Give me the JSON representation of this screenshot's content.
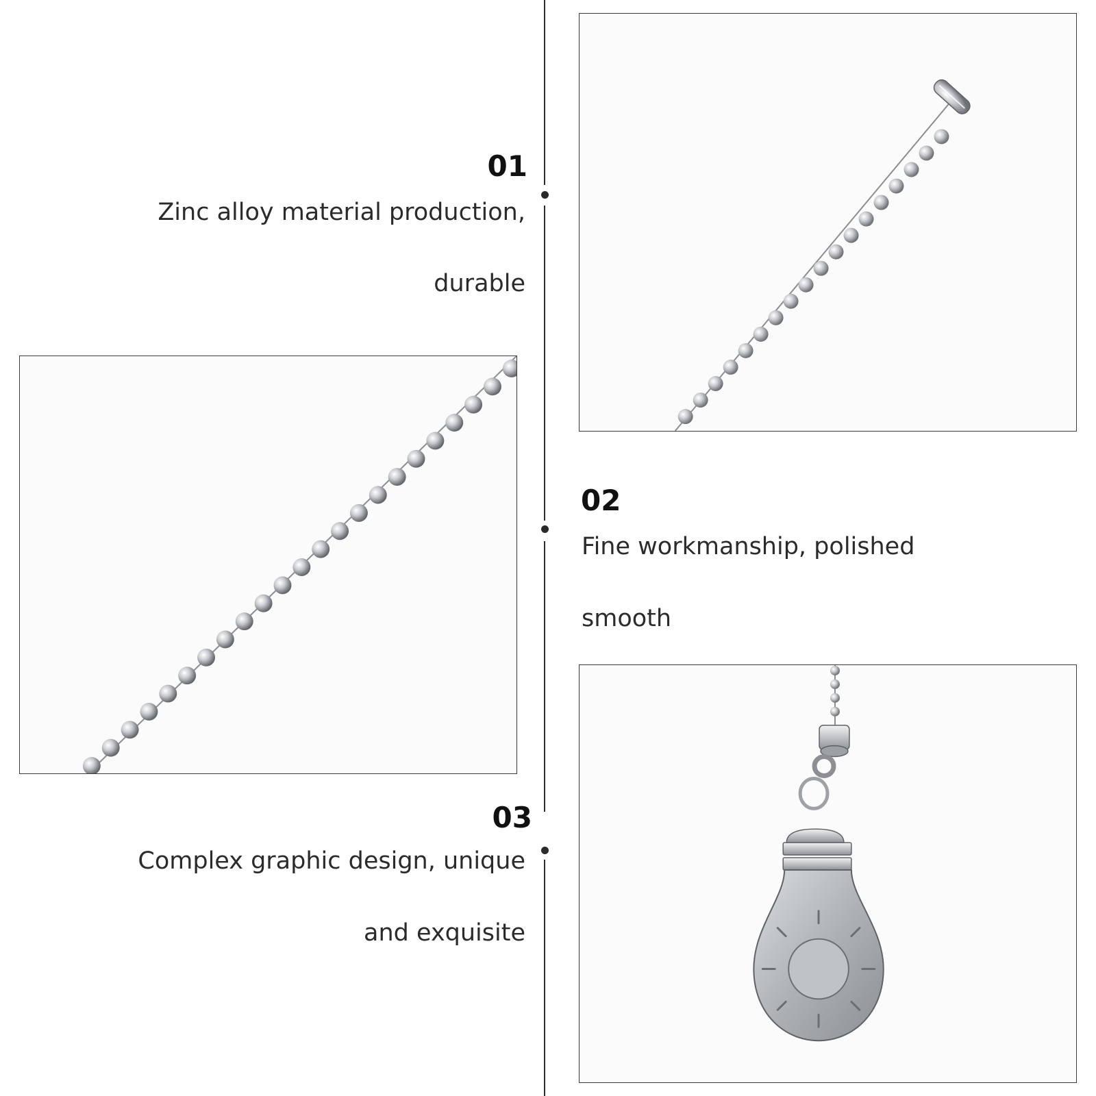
{
  "features": [
    {
      "number": "01",
      "line1": "Zinc alloy material production,",
      "line2": "durable",
      "image": "ball-chain-with-connector-photo"
    },
    {
      "number": "02",
      "line1": "Fine workmanship, polished",
      "line2": "smooth",
      "image": "ball-chain-closeup-photo"
    },
    {
      "number": "03",
      "line1": "Complex graphic design, unique",
      "line2": "and exquisite",
      "image": "light-bulb-pendant-photo"
    }
  ],
  "colors": {
    "line": "#2a2a2a",
    "text": "#2b2b2b",
    "number": "#111111",
    "frame": "#3a3a3a",
    "metal": "#b8bcc0"
  }
}
